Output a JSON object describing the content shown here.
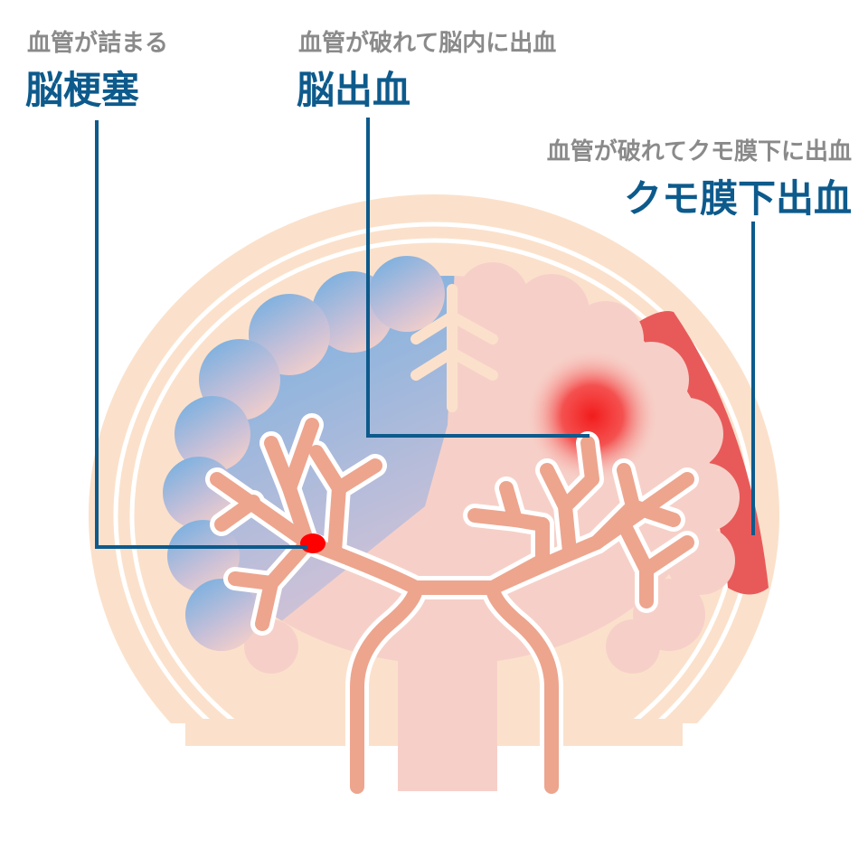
{
  "labels": {
    "infarction": {
      "description": "血管が詰まる",
      "title": "脳梗塞"
    },
    "hemorrhage": {
      "description": "血管が破れて脳内に出血",
      "title": "脳出血"
    },
    "subarachnoid": {
      "description": "血管が破れてクモ膜下に出血",
      "title": "クモ膜下出血"
    }
  },
  "colors": {
    "accent": "#0d5a8c",
    "skull": "#fbe1cb",
    "brain": "#f6d0c8",
    "vessel": "#eda58e",
    "bleed": "#e85a5a",
    "infarct_blue": "#7fb0de"
  }
}
